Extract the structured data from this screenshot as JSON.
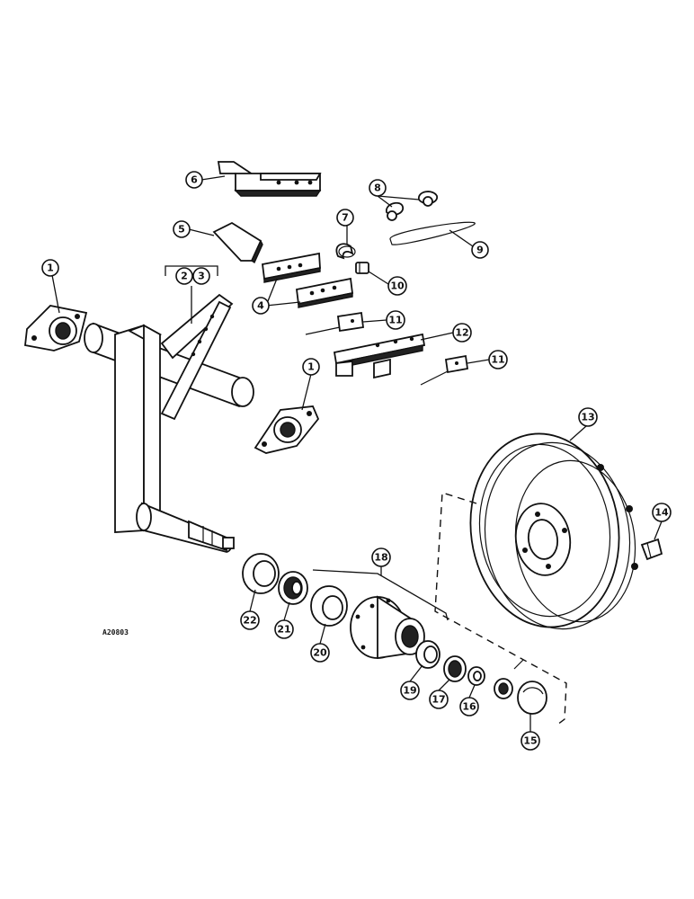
{
  "figure_code": "A20803",
  "callouts": {
    "c1a": "1",
    "c1b": "1",
    "c2": "2",
    "c3": "3",
    "c4": "4",
    "c5": "5",
    "c6": "6",
    "c7": "7",
    "c8": "8",
    "c9": "9",
    "c10": "10",
    "c11a": "11",
    "c11b": "11",
    "c12": "12",
    "c13": "13",
    "c14": "14",
    "c15": "15",
    "c16": "16",
    "c17": "17",
    "c18": "18",
    "c19": "19",
    "c20": "20",
    "c21": "21",
    "c22": "22"
  }
}
